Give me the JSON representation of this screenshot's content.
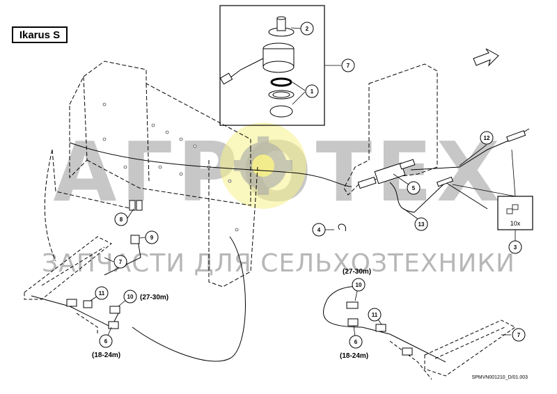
{
  "title": "Ikarus S",
  "watermark": {
    "brand": "АГРОТЕХ",
    "subtitle": "ЗАПЧАСТИ ДЛЯ СЕЛЬХОЗТЕХНИКИ"
  },
  "drawing_code": "SPMVN001210_D/01.003",
  "kit_label": "10x",
  "callouts": {
    "c1": "1",
    "c2": "2",
    "c3": "3",
    "c4": "4",
    "c5": "5",
    "c6a": "6",
    "c6b": "6",
    "c7a": "7",
    "c7b": "7",
    "c7c": "7",
    "c8": "8",
    "c9": "9",
    "c10a": "10",
    "c10b": "10",
    "c11a": "11",
    "c11b": "11",
    "c12": "12",
    "c13": "13"
  },
  "length_labels": {
    "left_long": "(27-30m)",
    "left_short": "(18-24m)",
    "right_long": "(27-30m)",
    "right_short": "(18-24m)"
  }
}
